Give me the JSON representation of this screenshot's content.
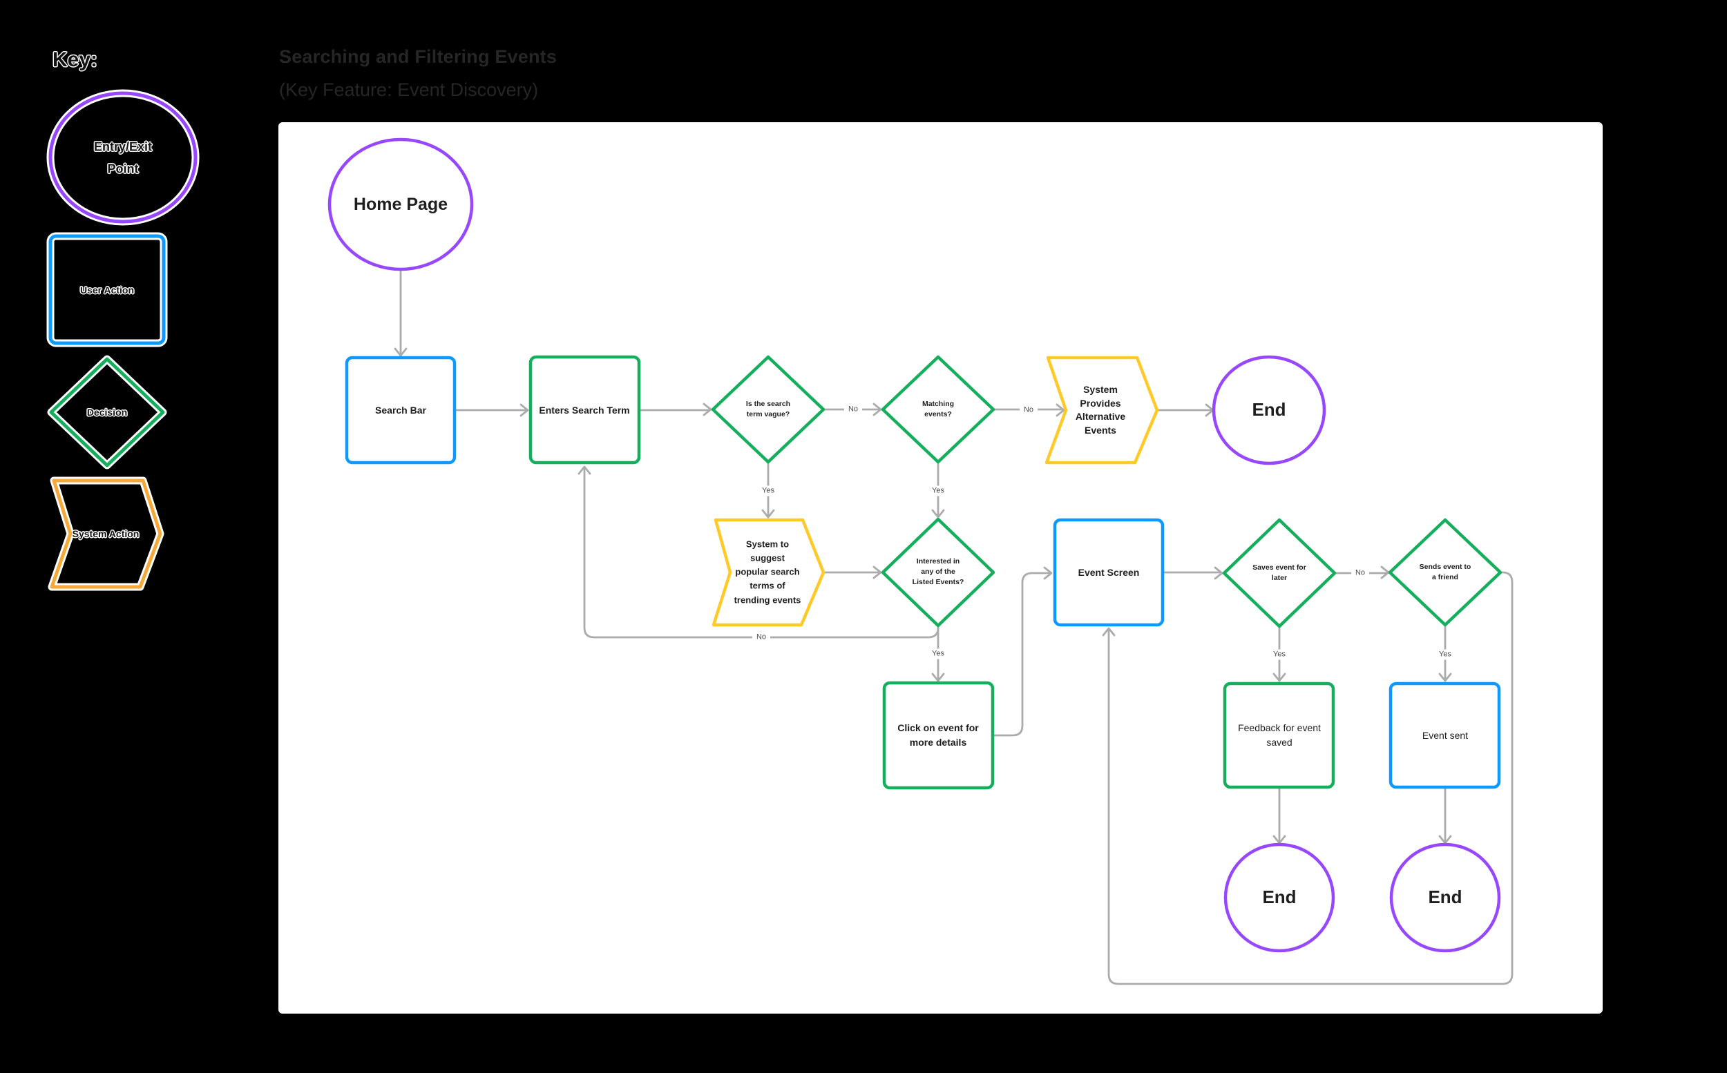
{
  "header": {
    "title": "Searching and Filtering Events",
    "subtitle": "(Key Feature: Event Discovery)"
  },
  "key": {
    "title": "Key:",
    "items": [
      {
        "id": "entry-exit-point",
        "shape": "ellipse",
        "color": "#9747FF",
        "label": "Entry/Exit Point",
        "lines": [
          "Entry/Exit",
          "Point"
        ]
      },
      {
        "id": "user-action",
        "shape": "square",
        "color": "#0D99FF",
        "label": "User Action"
      },
      {
        "id": "decision",
        "shape": "diamond",
        "color": "#14AE5C",
        "label": "Decision"
      },
      {
        "id": "system-action",
        "shape": "chevron",
        "color": "#F5A93B",
        "label": "System Action"
      }
    ]
  },
  "flowchart": {
    "nodes": {
      "home_page": {
        "label": "Home Page",
        "type": "entry_exit"
      },
      "search_bar": {
        "label": "Search Bar",
        "type": "user_action"
      },
      "enters_search_term": {
        "label": "Enters Search Term",
        "type": "user_action"
      },
      "vague": {
        "label": "Is the search term vague?",
        "lines": [
          "Is the search",
          "term vague?"
        ],
        "type": "decision"
      },
      "matching": {
        "label": "Matching events?",
        "lines": [
          "Matching",
          "events?"
        ],
        "type": "decision"
      },
      "alt_events": {
        "label": "System Provides Alternative Events",
        "lines": [
          "System",
          "Provides",
          "Alternative",
          "Events"
        ],
        "type": "system_action"
      },
      "end_top": {
        "label": "End",
        "type": "entry_exit"
      },
      "suggest": {
        "label": "System to suggest popular search terms of trending events",
        "lines": [
          "System to",
          "suggest",
          "popular search",
          "terms of",
          "trending events"
        ],
        "type": "system_action"
      },
      "interested": {
        "label": "Interested in any of the Listed Events?",
        "lines": [
          "Interested in",
          "any of the",
          "Listed Events?"
        ],
        "type": "decision"
      },
      "event_screen": {
        "label": "Event Screen",
        "type": "user_action"
      },
      "saves": {
        "label": "Saves event for later",
        "lines": [
          "Saves event for",
          "later"
        ],
        "type": "decision"
      },
      "sends": {
        "label": "Sends event to a friend",
        "lines": [
          "Sends event to",
          "a friend"
        ],
        "type": "decision"
      },
      "click_details": {
        "label": "Click on event for more details",
        "lines": [
          "Click on event for",
          "more details"
        ],
        "type": "user_action"
      },
      "feedback": {
        "label": "Feedback for event saved",
        "lines": [
          "Feedback for event",
          "saved"
        ],
        "type": "user_action"
      },
      "event_sent": {
        "label": "Event sent",
        "type": "user_action"
      },
      "end_saved": {
        "label": "End",
        "type": "entry_exit"
      },
      "end_sent": {
        "label": "End",
        "type": "entry_exit"
      }
    },
    "edge_labels": {
      "vague_no": "No",
      "vague_yes": "Yes",
      "matching_no": "No",
      "matching_yes": "Yes",
      "interested_no": "No",
      "interested_yes": "Yes",
      "saves_no": "No",
      "saves_yes": "Yes",
      "sends_yes": "Yes"
    }
  },
  "colors": {
    "purple": "#9747FF",
    "blue": "#0D99FF",
    "green": "#14AE5C",
    "yellow": "#FFC928",
    "key_orange": "#F5A93B",
    "connector": "#ABABAB",
    "node_text": "#1E1E1E",
    "edge_label_text": "#4D4D4D",
    "header_text": "#262626",
    "canvas_bg": "#FFFFFF",
    "page_bg": "#000000"
  }
}
